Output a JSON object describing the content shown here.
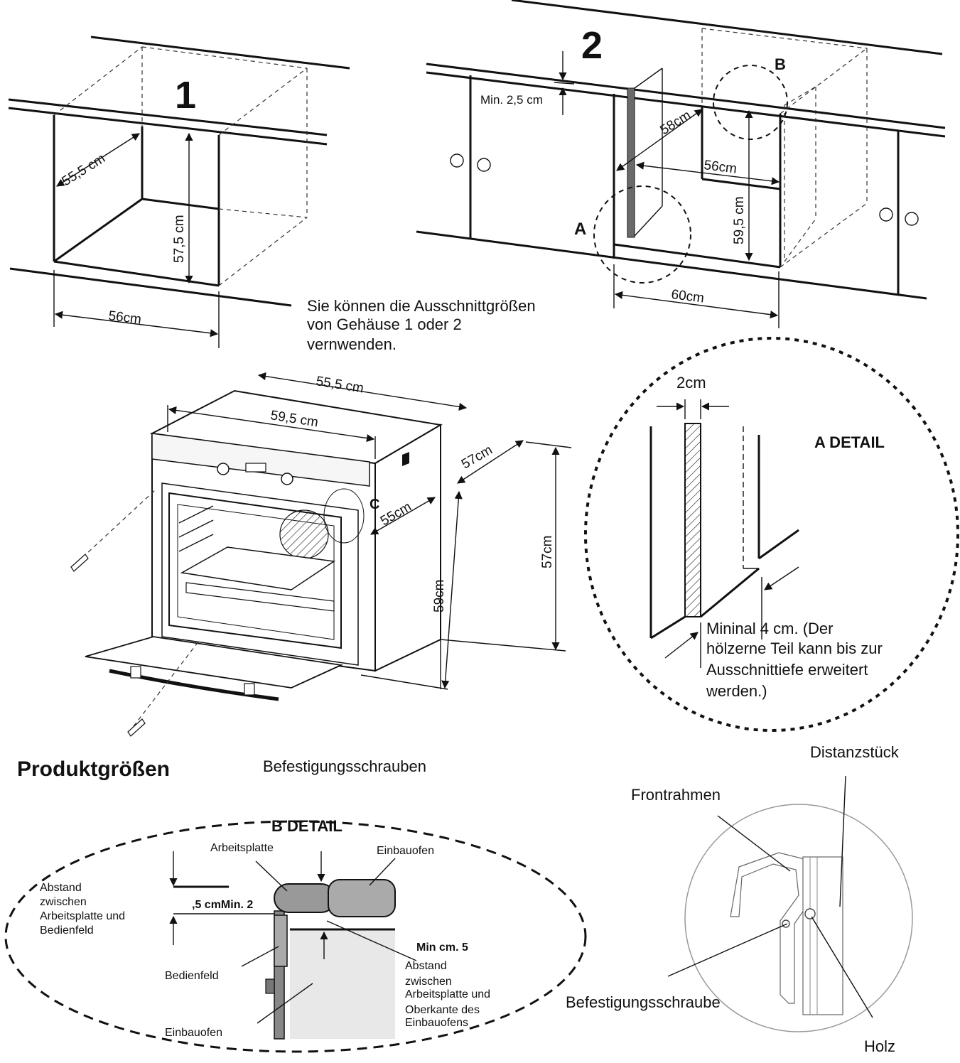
{
  "figure1": {
    "number": "1",
    "depth": "55,5 cm",
    "height": "57,5 cm",
    "width": "56cm"
  },
  "figure2": {
    "number": "2",
    "min_gap": "Min. 2,5 cm",
    "depth": "58cm",
    "inner_width": "56cm",
    "height": "59,5 cm",
    "outer_width": "60cm",
    "circle_a": "A",
    "circle_b": "B"
  },
  "note": [
    "Sie können die Ausschnittgrößen",
    "von Gehäuse 1 oder 2",
    "vernwenden."
  ],
  "product": {
    "dim_top_depth": "55,5 cm",
    "dim_front_width": "59,5 cm",
    "dim_side_depth": "57cm",
    "dim_inner_depth": "55cm",
    "dim_right_height": "57cm",
    "dim_front_height": "59cm",
    "marker_c": "C",
    "title": "Produktgrößen",
    "screws_label": "Befestigungsschrauben"
  },
  "detail_a": {
    "title": "A DETAIL",
    "width": "2cm",
    "note": [
      "Mininal 4 cm. (Der",
      "hölzerne Teil kann bis zur",
      "Ausschnittiefe erweitert",
      "werden.)"
    ]
  },
  "detail_b": {
    "title": "B DETAIL",
    "worktop": "Arbeitsplatte",
    "oven_top": "Einbauofen",
    "gap_label": [
      "Abstand",
      "zwischen",
      "Arbeitsplatte und",
      "Bedienfeld"
    ],
    "gap_value": ",5 cmMin. 2",
    "min5": "Min  cm. 5",
    "gap2_label": [
      "Abstand",
      "zwischen",
      "Arbeitsplatte und",
      "Oberkante des",
      "Einbauofens"
    ],
    "panel": "Bedienfeld",
    "oven_bottom": "Einbauofen"
  },
  "detail_c": {
    "spacer": "Distanzstück",
    "frame": "Frontrahmen",
    "screw": "Befestigungsschraube",
    "wood": "Holz"
  }
}
